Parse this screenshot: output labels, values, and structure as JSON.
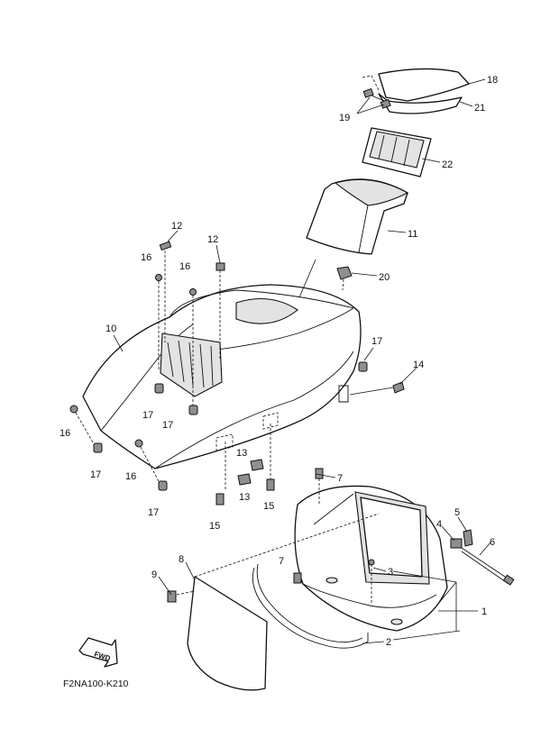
{
  "diagram_code": "F2NA100-K210",
  "fwd_label": "FWD",
  "callouts": {
    "c18": "18",
    "c21": "21",
    "c19": "19",
    "c22": "22",
    "c11": "11",
    "c20": "20",
    "c12a": "12",
    "c12b": "12",
    "c16a": "16",
    "c16b": "16",
    "c10": "10",
    "c17a": "17",
    "c17b": "17",
    "c17c": "17",
    "c14": "14",
    "c16c": "16",
    "c17d": "17",
    "c16d": "16",
    "c17e": "17",
    "c13a": "13",
    "c13b": "13",
    "c15a": "15",
    "c15b": "15",
    "c7a": "7",
    "c5": "5",
    "c4": "4",
    "c6": "6",
    "c9": "9",
    "c8": "8",
    "c7b": "7",
    "c3": "3",
    "c1": "1",
    "c2": "2"
  }
}
